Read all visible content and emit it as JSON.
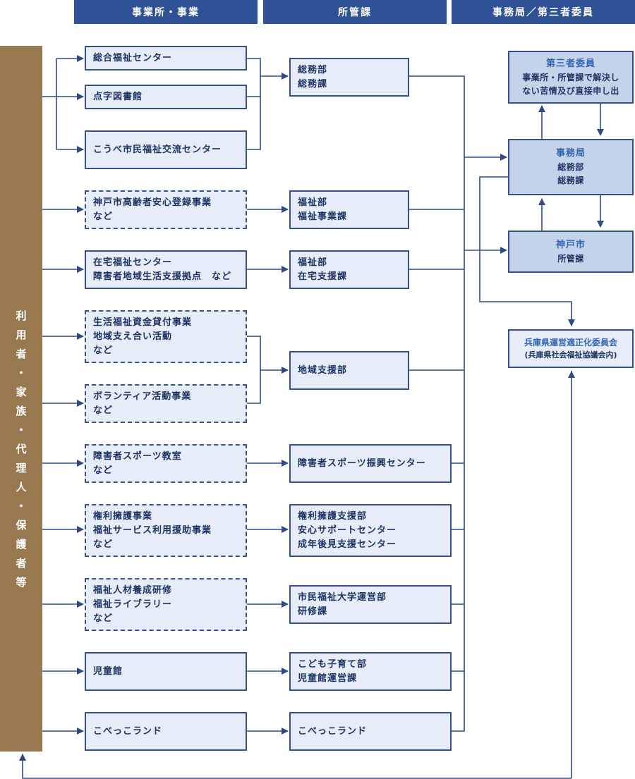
{
  "headers": {
    "col1": "事業所・事業",
    "col2": "所管課",
    "col3": "事務局／第三者委員"
  },
  "sidebar": {
    "chars": [
      "利",
      "用",
      "者",
      "・",
      "家",
      "族",
      "・",
      "代",
      "理",
      "人",
      "・",
      "保",
      "護",
      "者",
      "等"
    ]
  },
  "services": [
    {
      "lines": [
        "総合福祉センター"
      ]
    },
    {
      "lines": [
        "点字図書館"
      ]
    },
    {
      "lines": [
        "こうべ市民福祉交流センター"
      ]
    },
    {
      "lines": [
        "神戸市高齢者安心登録事業",
        "など"
      ]
    },
    {
      "lines": [
        "在宅福祉センター",
        "障害者地域生活支援拠点　など"
      ]
    },
    {
      "lines": [
        "生活福祉資金貸付事業",
        "地域支え合い活動",
        "など"
      ]
    },
    {
      "lines": [
        "ボランティア活動事業",
        "など"
      ]
    },
    {
      "lines": [
        "障害者スポーツ教室",
        "など"
      ]
    },
    {
      "lines": [
        "権利擁護事業",
        "福祉サービス利用援助事業",
        "など"
      ]
    },
    {
      "lines": [
        "福祉人材養成研修",
        "福祉ライブラリー",
        "など"
      ]
    },
    {
      "lines": [
        "児童館"
      ]
    },
    {
      "lines": [
        "こべっこランド"
      ]
    }
  ],
  "departments": [
    {
      "lines": [
        "総務部",
        "総務課"
      ]
    },
    {
      "lines": [
        "福祉部",
        "福祉事業課"
      ]
    },
    {
      "lines": [
        "福祉部",
        "在宅支援課"
      ]
    },
    {
      "lines": [
        "地域支援部"
      ]
    },
    {
      "lines": [
        "障害者スポーツ振興センター"
      ]
    },
    {
      "lines": [
        "権利擁護支援部",
        "安心サポートセンター",
        "成年後見支援センター"
      ]
    },
    {
      "lines": [
        "市民福祉大学運営部",
        "研修課"
      ]
    },
    {
      "lines": [
        "こども子育て部",
        "児童館運営課"
      ]
    },
    {
      "lines": [
        "こべっこランド"
      ]
    }
  ],
  "third_party": {
    "title": "第三者委員",
    "lines": [
      "事業所・所管課で解決し",
      "ない苦情及び直接申し出"
    ]
  },
  "secretariat": {
    "title": "事務局",
    "lines": [
      "総務部",
      "総務課"
    ]
  },
  "kobe_city": {
    "title": "神戸市",
    "lines": [
      "所管課"
    ]
  },
  "hyogo": {
    "title": "兵庫県運営適正化委員会",
    "sub": "(兵庫県社会福祉協議会内)"
  }
}
